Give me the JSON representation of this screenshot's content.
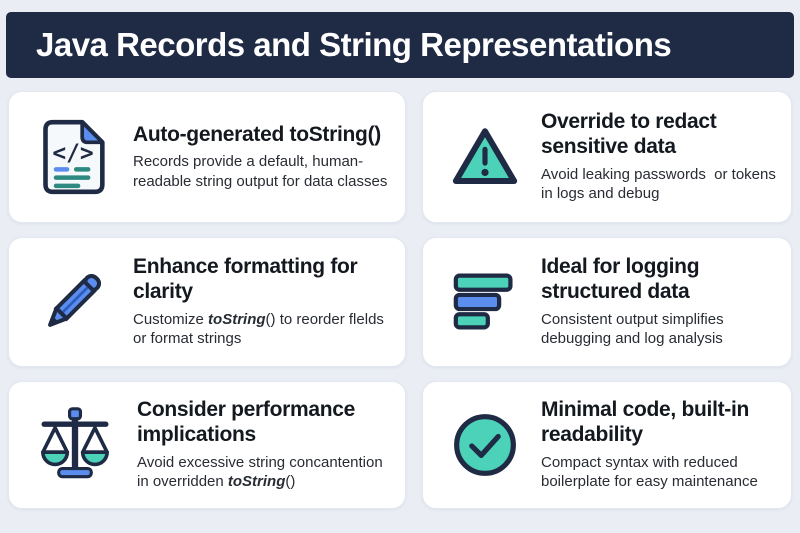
{
  "header": {
    "title": "Java Records and String Representations",
    "bg_color": "#1f2a44",
    "text_color": "#ffffff"
  },
  "colors": {
    "page_background": "#eaeef4",
    "card_background": "#ffffff",
    "icon_navy": "#1f2a44",
    "icon_teal": "#4bd2b9",
    "icon_blue": "#5b8dee"
  },
  "icons": {
    "code_glyph": "</>"
  },
  "cards": [
    {
      "icon": "code-file-icon",
      "title": "Auto-generated toString()",
      "desc": "Records provide a default, human-readable string output for data classes"
    },
    {
      "icon": "warning-triangle-icon",
      "title": "Override to redact sensitive data",
      "desc": "Avoid leaking passwords  or tokens in logs and debug"
    },
    {
      "icon": "pencil-icon",
      "title": "Enhance formatting for clarity",
      "desc_pre": "Customize ",
      "desc_code": "toString",
      "desc_post": "() to reorder flelds or format strings"
    },
    {
      "icon": "bars-icon",
      "title": "Ideal for logging structured data",
      "desc": "Consistent output simplifies debugging and log analysis"
    },
    {
      "icon": "scale-icon",
      "title": "Consider performance implications",
      "desc_pre": "Avoid excessive string concantention in overridden ",
      "desc_code": "toString",
      "desc_post": "()"
    },
    {
      "icon": "check-circle-icon",
      "title": "Minimal code, built-in readability",
      "desc": "Compact syntax with reduced boilerplate for easy maintenance"
    }
  ]
}
